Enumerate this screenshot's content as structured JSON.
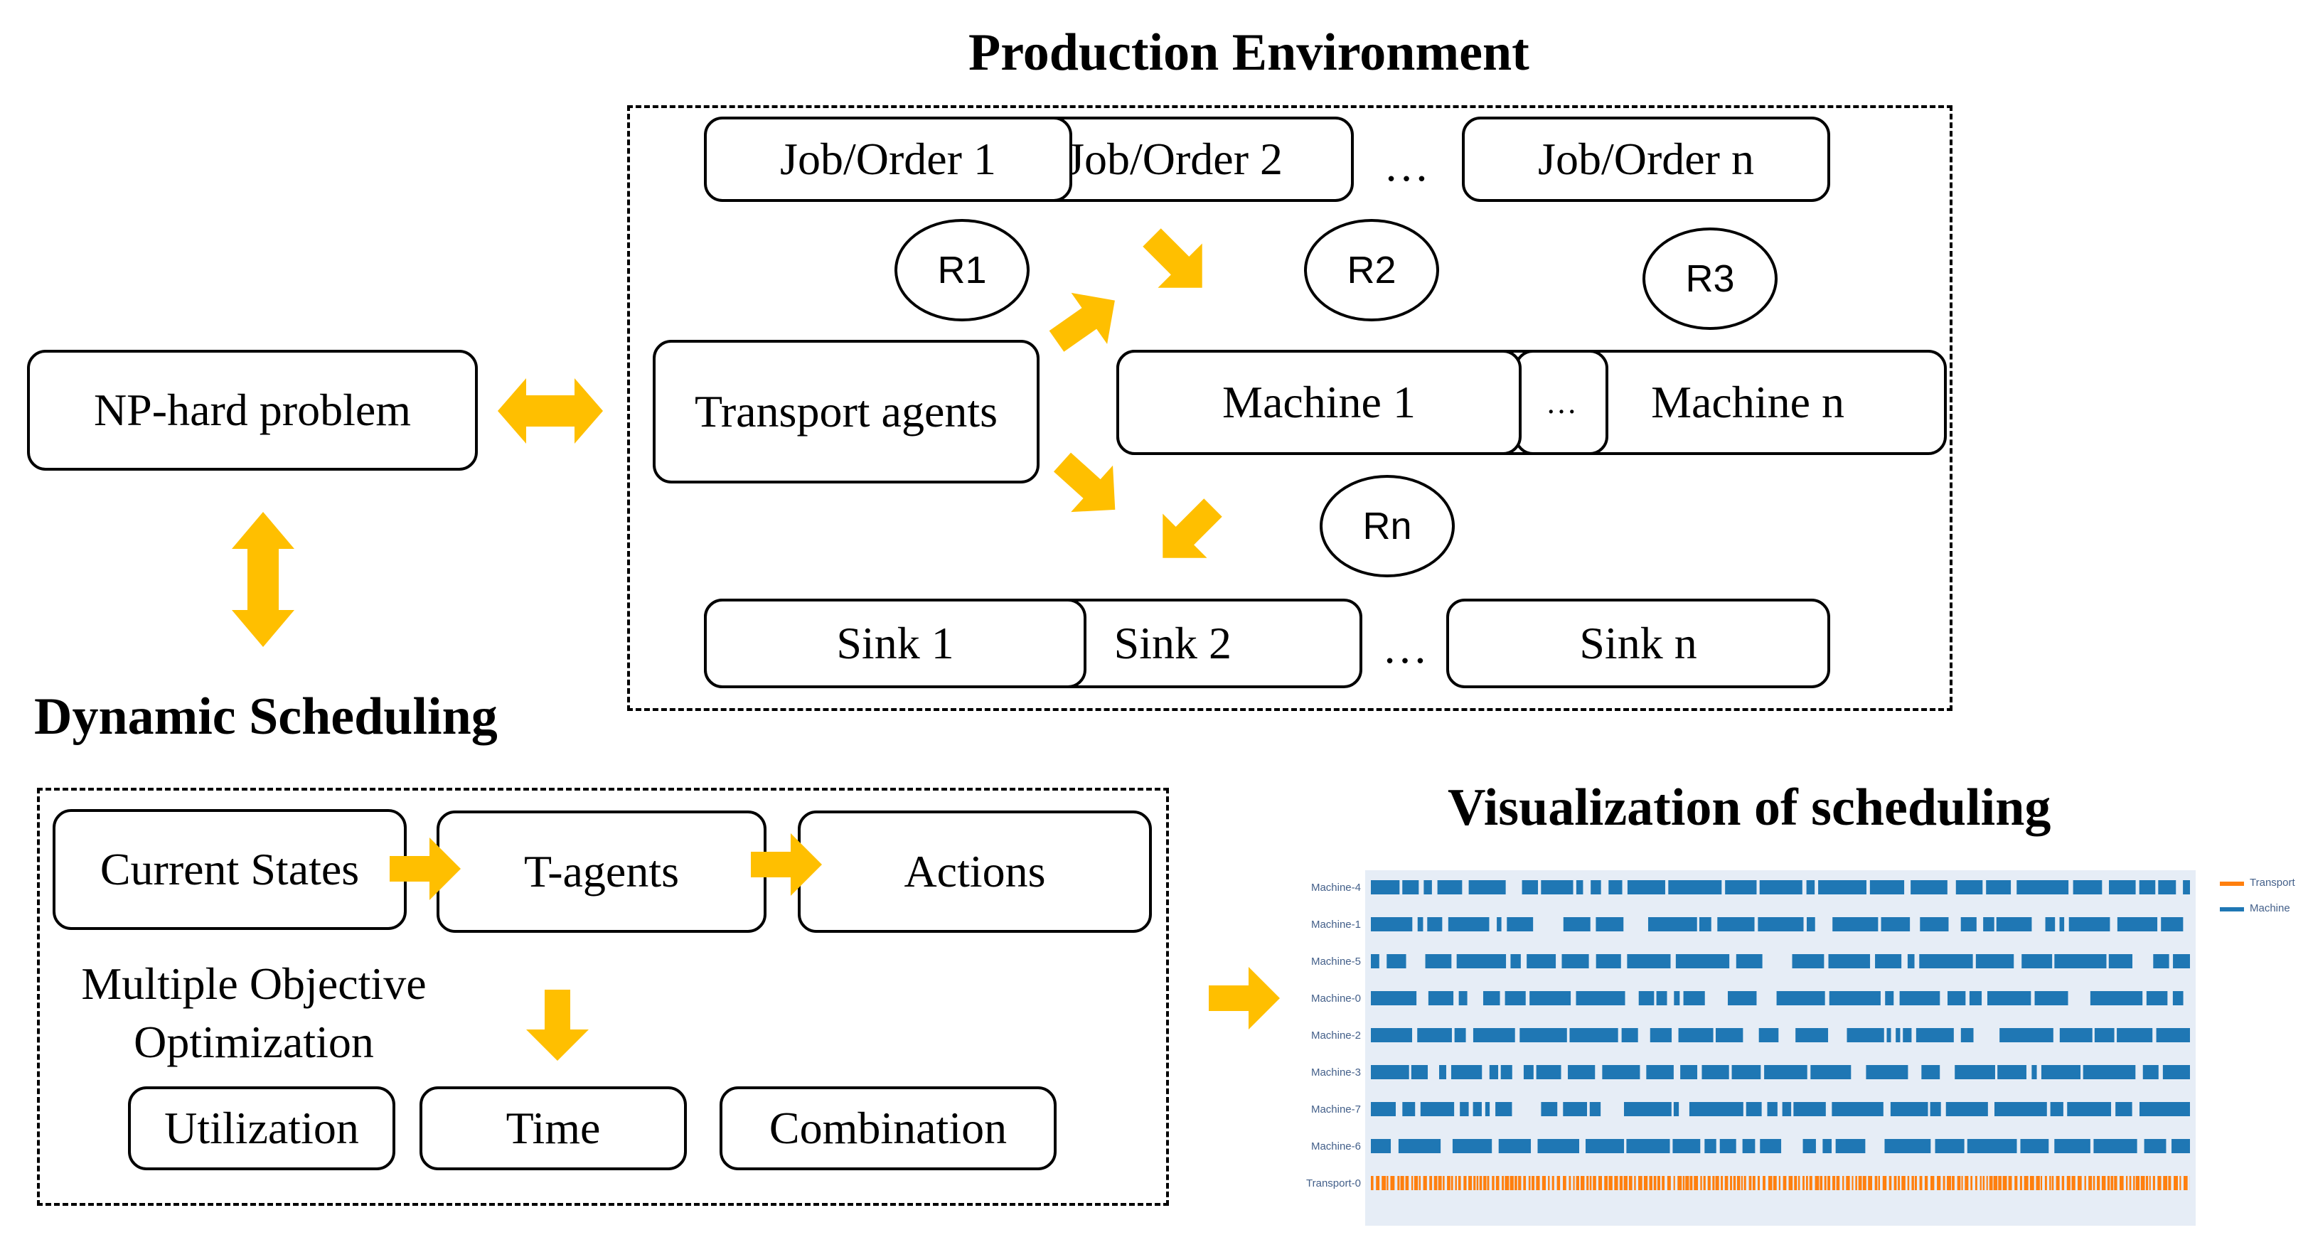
{
  "titles": {
    "production": "Production Environment",
    "dynamic": "Dynamic Scheduling",
    "visualization": "Visualization of scheduling"
  },
  "problem": "NP-hard problem",
  "jobs": [
    "Job/Order 1",
    "Job/Order 2",
    "Job/Order n"
  ],
  "ellipsis": "…",
  "robots": [
    "R1",
    "R2",
    "R3",
    "Rn"
  ],
  "transport": "Transport agents",
  "machines": [
    "Machine 1",
    "…",
    "Machine n"
  ],
  "sinks": [
    "Sink 1",
    "Sink 2",
    "Sink n"
  ],
  "dynamic": {
    "current_states": "Current States",
    "t_agents": "T-agents",
    "actions": "Actions",
    "objective_line1": "Multiple Objective",
    "objective_line2": "Optimization",
    "utilization": "Utilization",
    "time": "Time",
    "combination": "Combination"
  },
  "colors": {
    "arrow": "#ffbf00",
    "machine": "#1f77b4",
    "transport": "#ff7f0e",
    "gantt_bg": "#e6edf6"
  },
  "gantt": {
    "rows": [
      "Machine-4",
      "Machine-1",
      "Machine-5",
      "Machine-0",
      "Machine-2",
      "Machine-3",
      "Machine-7",
      "Machine-6",
      "Transport-0"
    ],
    "legend": [
      "Transport",
      "Machine"
    ]
  }
}
